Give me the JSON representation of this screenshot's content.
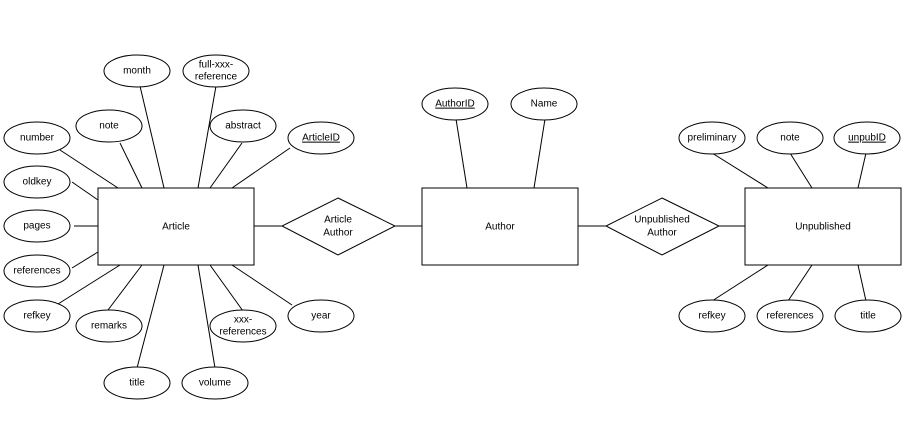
{
  "entities": {
    "article": "Article",
    "author": "Author",
    "unpublished": "Unpublished"
  },
  "relationships": {
    "article_author": [
      "Article",
      "Author"
    ],
    "unpublished_author": [
      "Unpublished",
      "Author"
    ]
  },
  "attributes": {
    "article": {
      "month": "month",
      "full_xxx_reference": [
        "full-xxx-",
        "reference"
      ],
      "note": "note",
      "abstract": "abstract",
      "article_id": "ArticleID",
      "number": "number",
      "oldkey": "oldkey",
      "pages": "pages",
      "references": "references",
      "refkey": "refkey",
      "remarks": "remarks",
      "xxx_references": [
        "xxx-",
        "references"
      ],
      "year": "year",
      "title": "title",
      "volume": "volume"
    },
    "author": {
      "author_id": "AuthorID",
      "name": "Name"
    },
    "unpublished": {
      "preliminary": "preliminary",
      "note": "note",
      "unpub_id": "unpubID",
      "refkey": "refkey",
      "references": "references",
      "title": "title"
    }
  }
}
